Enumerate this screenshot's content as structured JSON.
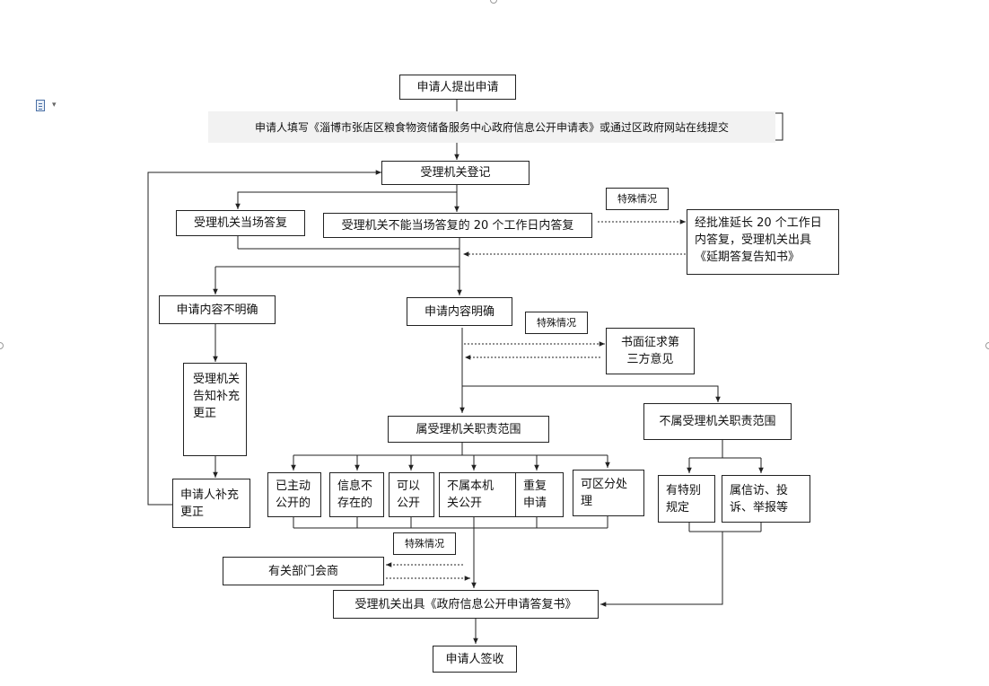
{
  "flow": {
    "start": "申请人提出申请",
    "submit_note": "申请人填写《淄博市张店区粮食物资储备服务中心政府信息公开申请表》或通过区政府网站在线提交",
    "register": "受理机关登记",
    "reply_on_spot": "受理机关当场答复",
    "reply_20_days": "受理机关不能当场答复的 20 个工作日内答复",
    "special_case_label": "特殊情况",
    "extension": "经批准延长 20 个工作日\n内答复，受理机关出具\n《延期答复告知书》",
    "content_unclear": "申请内容不明确",
    "content_clear": "申请内容明确",
    "third_party": "书面征求第\n三方意见",
    "notify_correction": "受理机关\n告知补充\n更正",
    "applicant_correction": "申请人补充\n更正",
    "in_scope": "属受理机关职责范围",
    "out_of_scope": "不属受理机关职责范围",
    "categories": [
      "已主动\n公开的",
      "信息不\n存在的",
      "可以\n公开",
      "不属本机\n关公开",
      "重复\n申请",
      "可区分处\n理"
    ],
    "special_rules": "有特别\n规定",
    "petition": "属信访、投\n诉、举报等",
    "consult_departments": "有关部门会商",
    "final_reply": "受理机关出具《政府信息公开申请答复书》",
    "sign_receipt": "申请人签收"
  }
}
